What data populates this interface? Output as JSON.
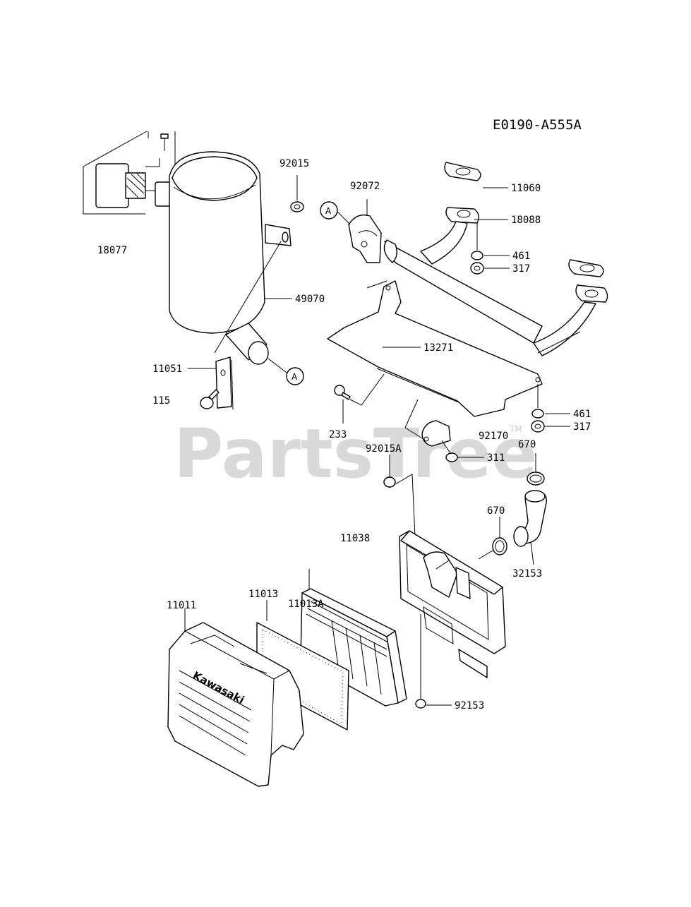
{
  "diagram_code": "E0190-A555A",
  "watermark": {
    "text": "PartsTree",
    "tm": "TM"
  },
  "brand_text": "Kawasaki",
  "callout_letter": "A",
  "labels": [
    {
      "id": "p18077",
      "text": "18077"
    },
    {
      "id": "p92015",
      "text": "92015"
    },
    {
      "id": "p92072",
      "text": "92072"
    },
    {
      "id": "p11060",
      "text": "11060"
    },
    {
      "id": "p18088",
      "text": "18088"
    },
    {
      "id": "p461a",
      "text": "461"
    },
    {
      "id": "p317a",
      "text": "317"
    },
    {
      "id": "p49070",
      "text": "49070"
    },
    {
      "id": "p13271",
      "text": "13271"
    },
    {
      "id": "p11051",
      "text": "11051"
    },
    {
      "id": "p115",
      "text": "115"
    },
    {
      "id": "p233",
      "text": "233"
    },
    {
      "id": "p461b",
      "text": "461"
    },
    {
      "id": "p317b",
      "text": "317"
    },
    {
      "id": "p92170",
      "text": "92170"
    },
    {
      "id": "p670a",
      "text": "670"
    },
    {
      "id": "p92015A",
      "text": "92015A"
    },
    {
      "id": "p311",
      "text": "311"
    },
    {
      "id": "p670b",
      "text": "670"
    },
    {
      "id": "p11038",
      "text": "11038"
    },
    {
      "id": "p32153",
      "text": "32153"
    },
    {
      "id": "p11013A",
      "text": "11013A"
    },
    {
      "id": "p11013",
      "text": "11013"
    },
    {
      "id": "p11011",
      "text": "11011"
    },
    {
      "id": "p92153",
      "text": "92153"
    }
  ]
}
